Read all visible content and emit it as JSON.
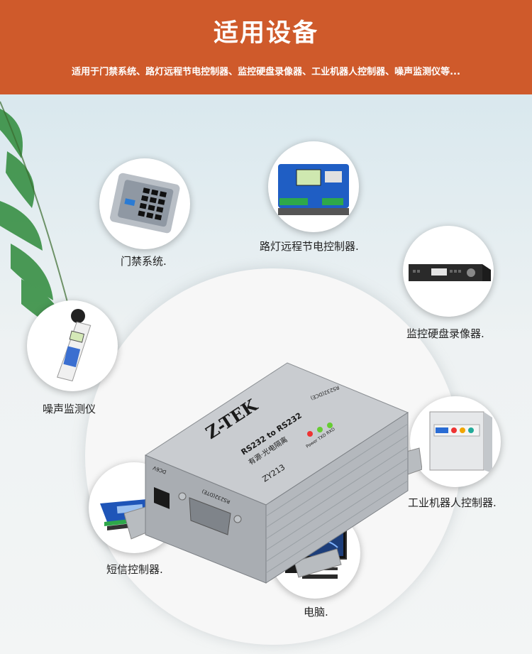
{
  "header": {
    "title": "适用设备",
    "subtitle": "适用于门禁系统、路灯远程节电控制器、监控硬盘录像器、工业机器人控制器、噪声监测仪等..."
  },
  "device": {
    "brand": "Z-TEK",
    "line1": "RS232 to RS232",
    "line2": "有源·光电隔离",
    "model": "ZY213",
    "port_dte": "RS232(DTE)",
    "port_dce": "RS232(DCE)",
    "power": "DC6V",
    "leds": "Power TXD RXD"
  },
  "applications": [
    {
      "name": "access",
      "label": "门禁系统."
    },
    {
      "name": "streetlight",
      "label": "路灯远程节电控制器."
    },
    {
      "name": "dvr",
      "label": "监控硬盘录像器."
    },
    {
      "name": "noise",
      "label": "噪声监测仪"
    },
    {
      "name": "robot",
      "label": "工业机器人控制器."
    },
    {
      "name": "sms",
      "label": "短信控制器."
    },
    {
      "name": "pc",
      "label": "电脑."
    }
  ],
  "colors": {
    "banner": "#cf5a2b",
    "text": "#222222"
  }
}
